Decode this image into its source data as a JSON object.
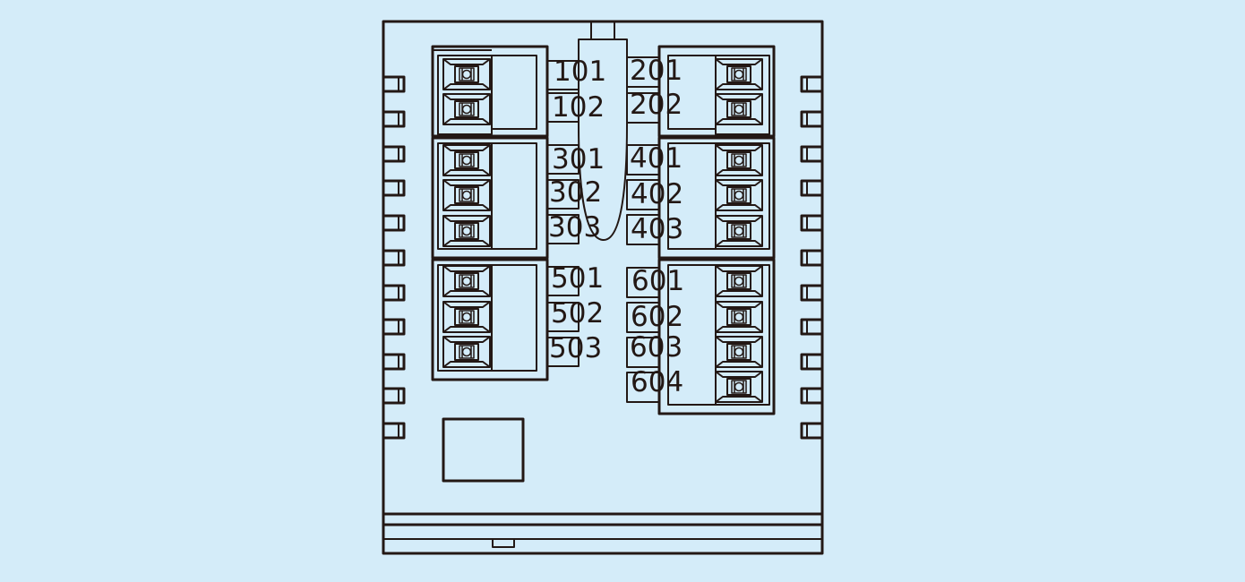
{
  "colors": {
    "background": "#d4ecf9",
    "line": "#231815"
  },
  "terminals": {
    "left_group_1": [
      "101",
      "102"
    ],
    "right_group_1": [
      "201",
      "202"
    ],
    "left_group_2": [
      "301",
      "302",
      "303"
    ],
    "right_group_2": [
      "401",
      "402",
      "403"
    ],
    "left_group_3": [
      "501",
      "502",
      "503"
    ],
    "right_group_3": [
      "601",
      "602",
      "603",
      "604"
    ]
  }
}
